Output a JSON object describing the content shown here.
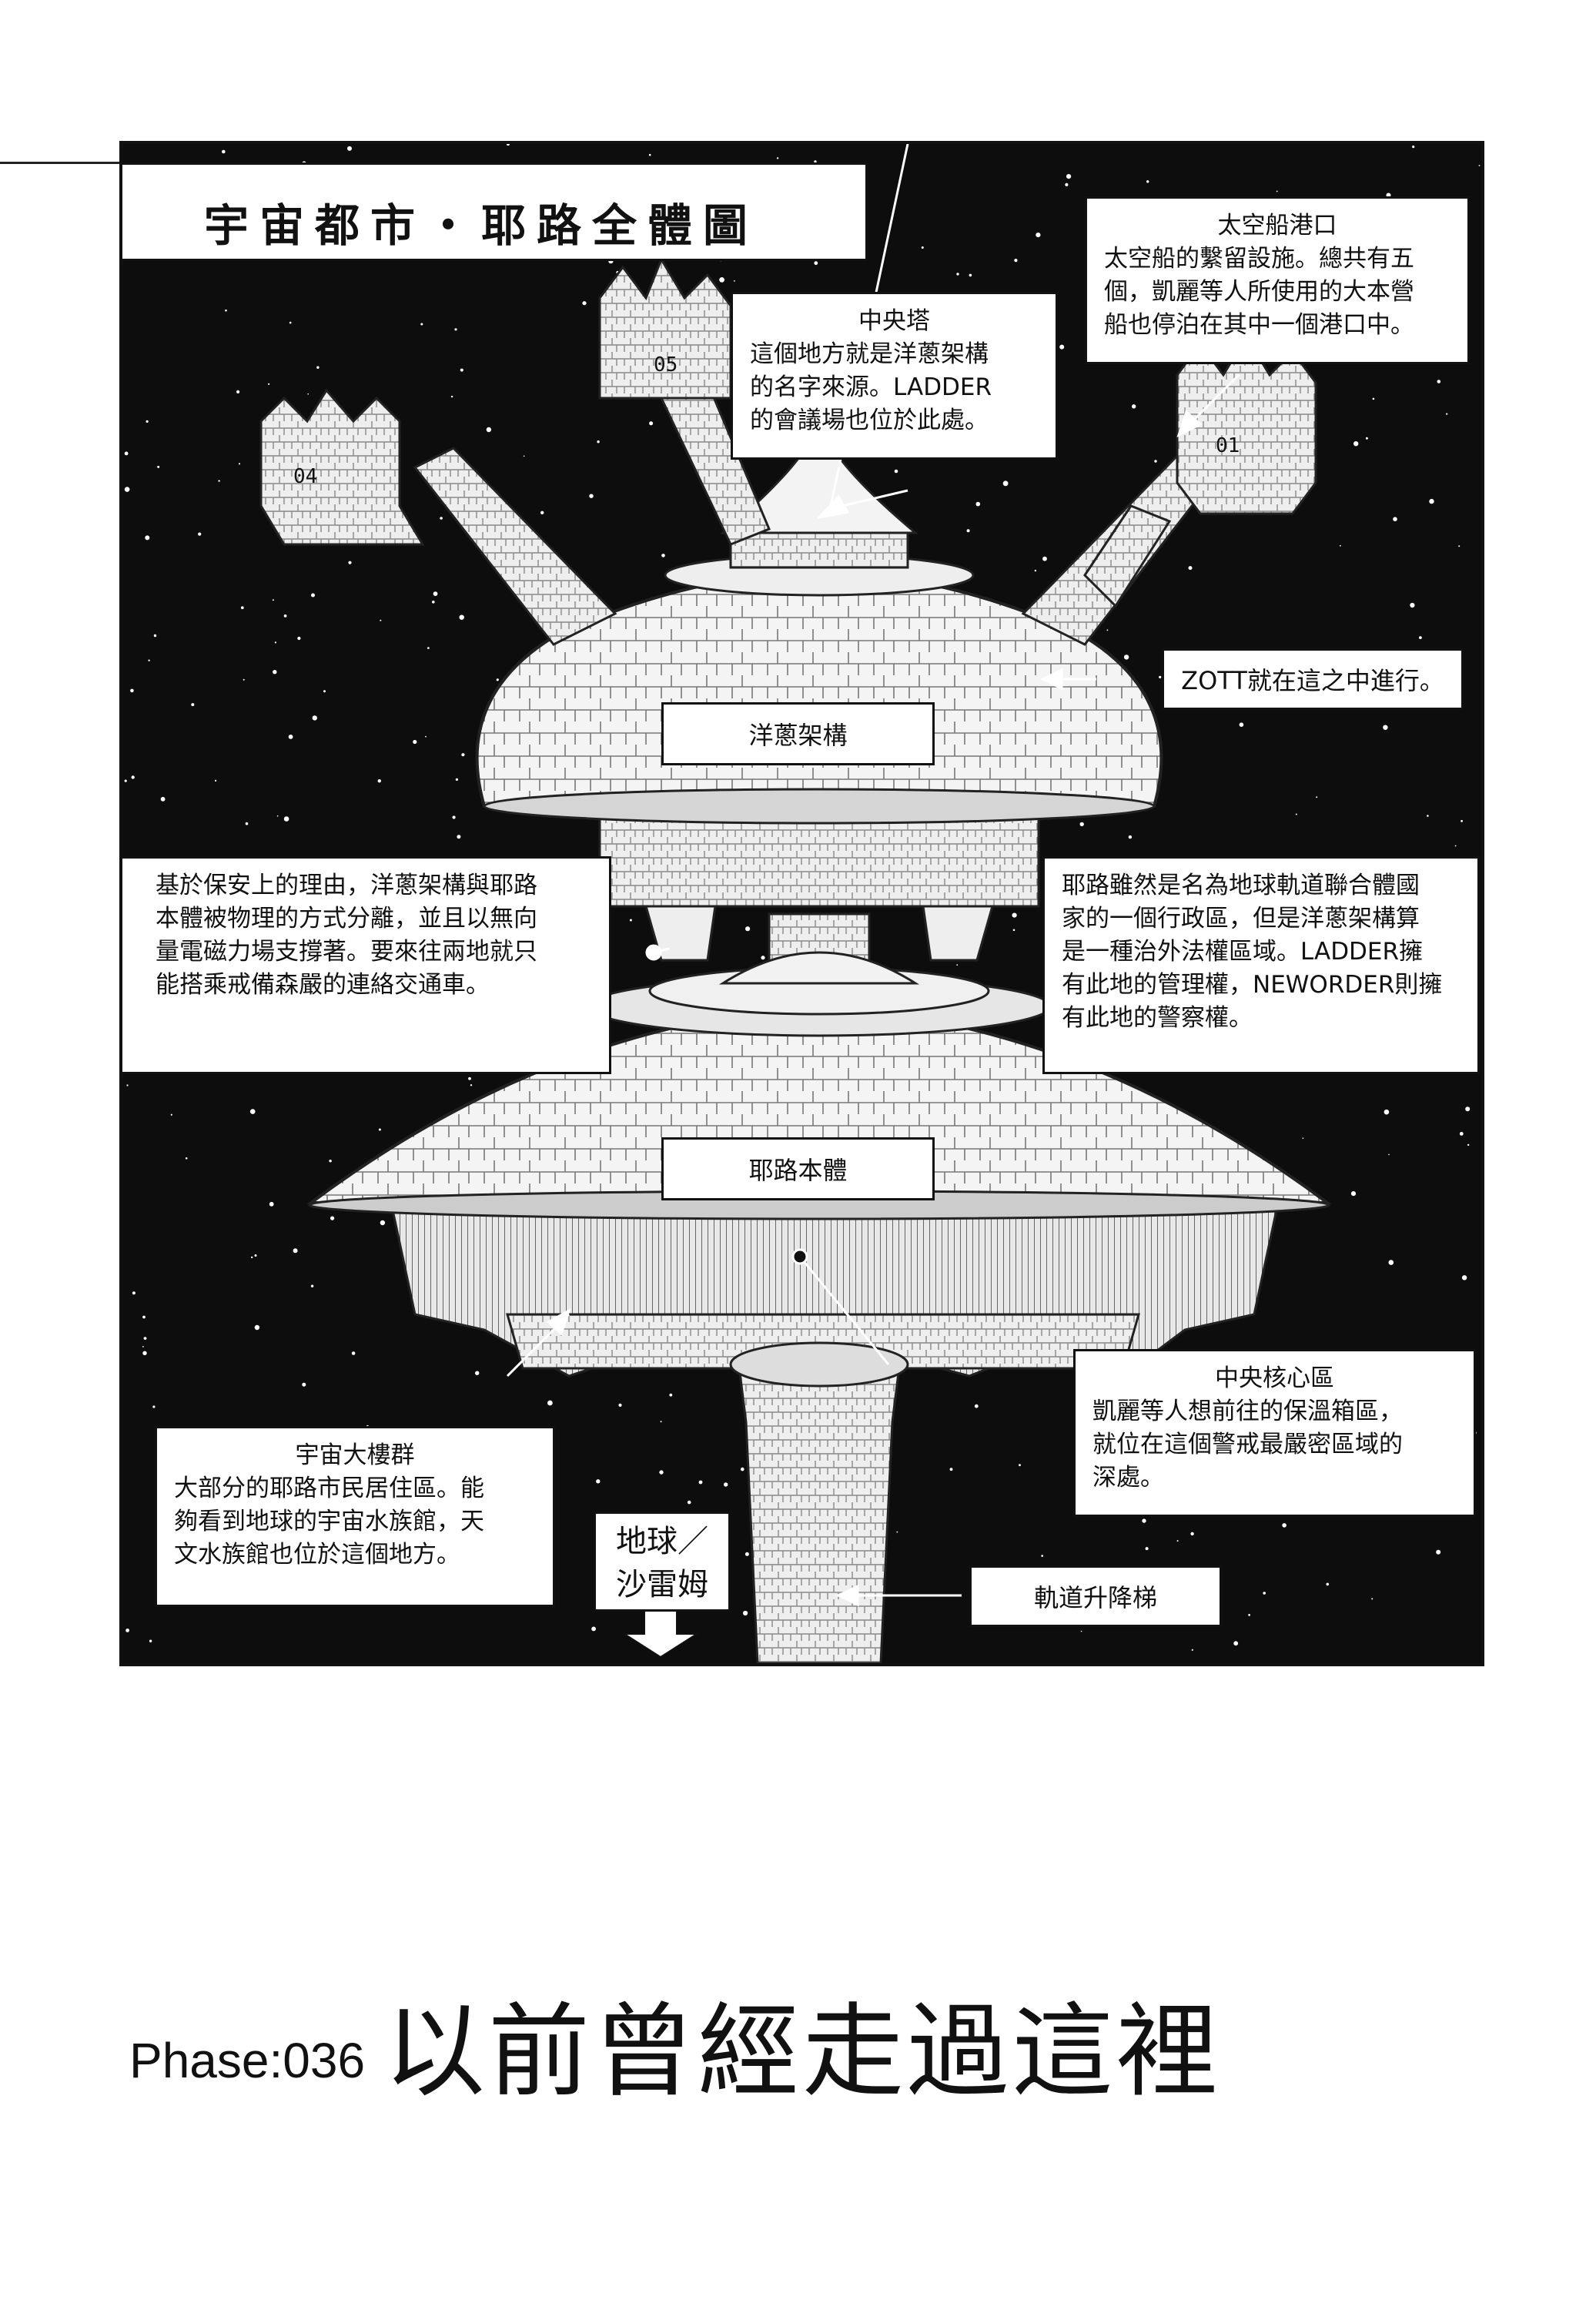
{
  "diagram_title": "宇宙都市・耶路全體圖",
  "captions": {
    "spaceport": {
      "title": "太空船港口",
      "lines": [
        "太空船的繫留設施。總共有五",
        "個，凱麗等人所使用的大本營",
        "船也停泊在其中一個港口中。"
      ]
    },
    "central_tower": {
      "title": "中央塔",
      "lines": [
        "這個地方就是洋蔥架構",
        "的名字來源。LADDER",
        "的會議場也位於此處。"
      ]
    },
    "zott": {
      "text": "ZOTT就在這之中進行。"
    },
    "separation": {
      "lines": [
        "基於保安上的理由，洋蔥架構與耶路",
        "本體被物理的方式分離，並且以無向",
        "量電磁力場支撐著。要來往兩地就只",
        "能搭乘戒備森嚴的連絡交通車。"
      ]
    },
    "jurisdiction": {
      "lines": [
        "耶路雖然是名為地球軌道聯合體國",
        "家的一個行政區，但是洋蔥架構算",
        "是一種治外法權區域。LADDER擁",
        "有此地的管理權，NEWORDER則擁",
        "有此地的警察權。"
      ]
    },
    "space_buildings": {
      "title": "宇宙大樓群",
      "lines": [
        "大部分的耶路市民居住區。能",
        "夠看到地球的宇宙水族館，天",
        "文水族館也位於這個地方。"
      ]
    },
    "central_core": {
      "title": "中央核心區",
      "lines": [
        "凱麗等人想前往的保溫箱區，",
        "就位在這個警戒最嚴密區域的",
        "深處。"
      ]
    },
    "earth": {
      "lines": [
        "地球／",
        "沙雷姆"
      ]
    },
    "elevator": {
      "text": "軌道升降梯"
    }
  },
  "labels": {
    "onion_structure": "洋蔥架構",
    "jerusalem_body": "耶路本體"
  },
  "dock_numbers": [
    "04",
    "05",
    "01"
  ],
  "chapter": {
    "number": "Phase:036",
    "title": "以前曾經走過這裡"
  }
}
